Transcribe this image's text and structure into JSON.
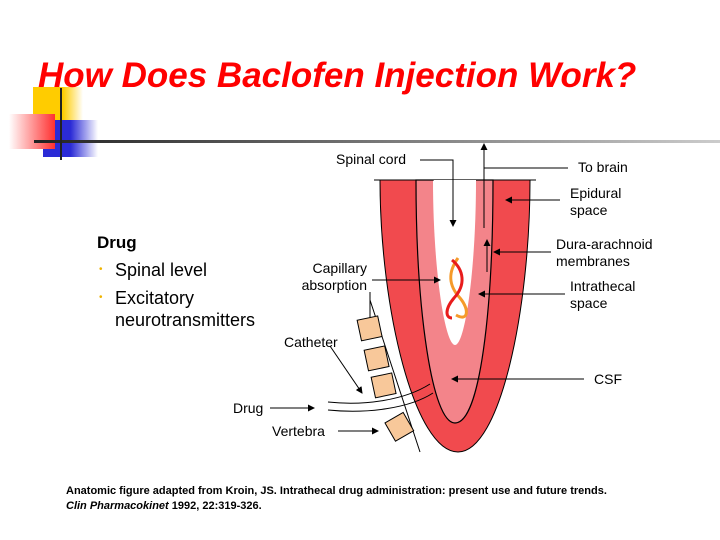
{
  "title": "How Does Baclofen Injection Work?",
  "bullets": {
    "heading": "Drug",
    "items": [
      "Spinal level",
      "Excitatory",
      "neurotransmitters"
    ]
  },
  "diagram": {
    "labels": {
      "spinal_cord": "Spinal cord",
      "to_brain": "To brain",
      "epidural_1": "Epidural",
      "epidural_2": "space",
      "dura_1": "Dura-arachnoid",
      "dura_2": "membranes",
      "capillary_1": "Capillary",
      "capillary_2": "absorption",
      "intrathecal_1": "Intrathecal",
      "intrathecal_2": "space",
      "catheter": "Catheter",
      "csf": "CSF",
      "drug": "Drug",
      "vertebra": "Vertebra"
    },
    "colors": {
      "outer": "#f14a4e",
      "inner": "#f3848a",
      "vertebra": "#f8c89a"
    }
  },
  "caption": {
    "line1": "Anatomic figure adapted from Kroin, JS.  Intrathecal drug administration: present use and future trends.",
    "journal": "Clin Pharmacokinet",
    "line2_rest": " 1992, 22:319-326."
  }
}
